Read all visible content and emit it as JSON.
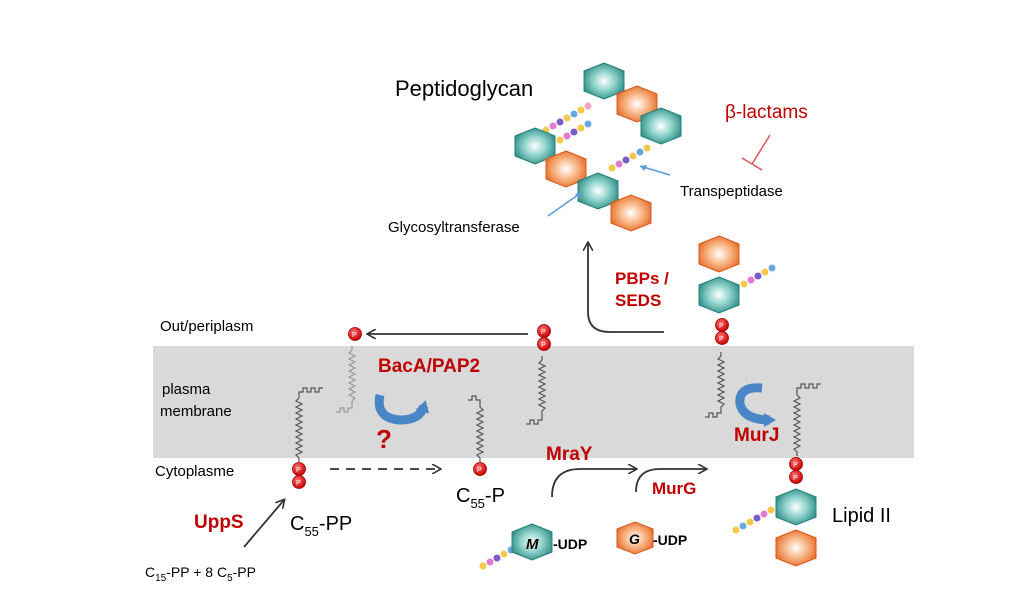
{
  "title": "Peptidoglycan",
  "regions": {
    "out": "Out/periplasm",
    "membrane_line1": "plasma",
    "membrane_line2": "membrane",
    "cyto": "Cytoplasme"
  },
  "enzymes": {
    "bacA": "BacA/PAP2",
    "question": "?",
    "mraY": "MraY",
    "murG": "MurG",
    "murJ": "MurJ",
    "uppS": "UppS",
    "pbps_line1": "PBPs /",
    "pbps_line2": "SEDS",
    "beta_lactams": "β-lactams"
  },
  "labels": {
    "transpeptidase": "Transpeptidase",
    "glycosyltransferase": "Glycosyltransferase",
    "lipid2": "Lipid II",
    "c55pp_base": "C",
    "c55pp_sub": "55",
    "c55pp_rest": "-PP",
    "c55p_base": "C",
    "c55p_sub": "55",
    "c55p_rest": "-P",
    "m_letter": "M",
    "m_udp": "-UDP",
    "g_letter": "G",
    "g_udp": "-UDP",
    "precursor_c1": "C",
    "precursor_s1": "15",
    "precursor_m": "-PP + 8 C",
    "precursor_s2": "5",
    "precursor_e": "-PP",
    "phosphate": "P"
  },
  "colors": {
    "membrane": "#d9d9d9",
    "enzyme_red": "#c00000",
    "teal": "#2e9c94",
    "orange": "#f07a2e",
    "phosphate": "#e00000",
    "arrow": "#333333",
    "rotate_arrow": "#4a86c5"
  }
}
